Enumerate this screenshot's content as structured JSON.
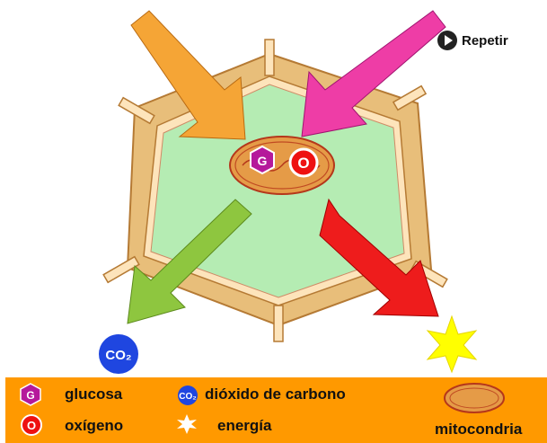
{
  "controls": {
    "repeat_label": "Repetir"
  },
  "symbols": {
    "glucose": "G",
    "oxygen": "O",
    "co2": "CO₂",
    "co2_small": "CO₂"
  },
  "legend": {
    "glucose": "glucosa",
    "oxygen": "oxígeno",
    "co2": "dióxido de carbono",
    "energy": "energía",
    "mitochondria": "mitocondria"
  },
  "colors": {
    "cell_wall": "#e8be7a",
    "cytoplasm": "#b5ecb3",
    "arrow_glucose": "#f5a536",
    "arrow_oxygen": "#ee3da6",
    "arrow_co2": "#8ec63f",
    "arrow_energy": "#ee1c1c",
    "mitochondria": "#e59b47",
    "glucose": "#b5199b",
    "oxygen": "#ee1111",
    "co2": "#1f46e0",
    "energy_star": "#ffff00",
    "legend_bar": "#ff9900"
  }
}
